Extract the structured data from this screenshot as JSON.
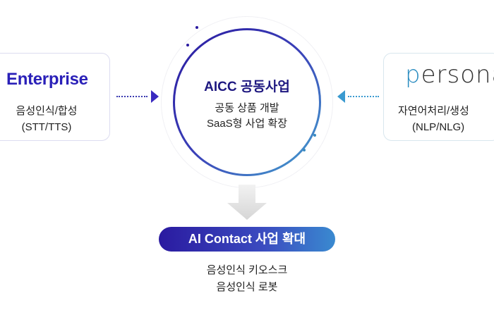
{
  "left": {
    "logo": "Enterprise",
    "lines": [
      "음성인식/합성",
      "(STT/TTS)"
    ]
  },
  "right": {
    "logo_p": "p",
    "logo_rest": "ersona",
    "lines": [
      "자연어처리/생성",
      "(NLP/NLG)"
    ]
  },
  "center": {
    "title": "AICC 공동사업",
    "lines": [
      "공동 상품 개발",
      "SaaS형 사업 확장"
    ]
  },
  "result": {
    "title": "AI Contact 사업 확대",
    "lines": [
      "음성인식 키오스크",
      "음성인식 로봇"
    ]
  },
  "colors": {
    "primary": "#2a20b8",
    "secondary": "#2a8cc0"
  }
}
